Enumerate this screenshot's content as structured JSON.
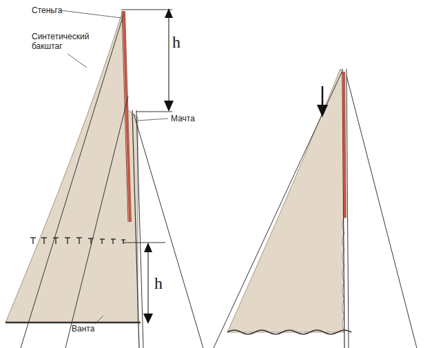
{
  "diagram": {
    "labels": [
      "Стеньга",
      "Синтетический бакштаг",
      "Мачта",
      "Ванта",
      "h",
      "h"
    ]
  }
}
